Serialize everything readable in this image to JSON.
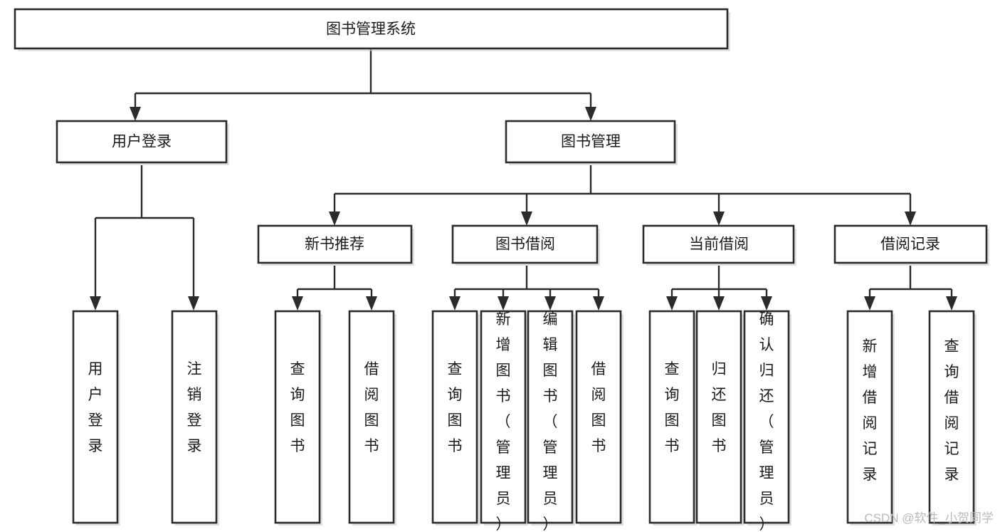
{
  "diagram": {
    "title": "图书管理系统",
    "type": "tree",
    "orientation": "top-down",
    "root": {
      "id": "root",
      "label": "图书管理系统",
      "level": 0
    },
    "level1": [
      {
        "id": "user-login",
        "label": "用户登录"
      },
      {
        "id": "book-manage",
        "label": "图书管理"
      }
    ],
    "level2": [
      {
        "id": "new-book-recommend",
        "label": "新书推荐",
        "parent": "book-manage"
      },
      {
        "id": "book-borrow",
        "label": "图书借阅",
        "parent": "book-manage"
      },
      {
        "id": "current-borrow",
        "label": "当前借阅",
        "parent": "book-manage"
      },
      {
        "id": "borrow-record",
        "label": "借阅记录",
        "parent": "book-manage"
      }
    ],
    "leaves": {
      "user-login": [
        {
          "id": "leaf-user-login",
          "label": "用户登录"
        },
        {
          "id": "leaf-logout-login",
          "label": "注销登录"
        }
      ],
      "new-book-recommend": [
        {
          "id": "leaf-query-book-1",
          "label": "查询图书"
        },
        {
          "id": "leaf-borrow-book-1",
          "label": "借阅图书"
        }
      ],
      "book-borrow": [
        {
          "id": "leaf-query-book-2",
          "label": "查询图书"
        },
        {
          "id": "leaf-add-book",
          "label": "新增图书（管理员）"
        },
        {
          "id": "leaf-edit-book",
          "label": "编辑图书（管理员）"
        },
        {
          "id": "leaf-borrow-book-2",
          "label": "借阅图书"
        }
      ],
      "current-borrow": [
        {
          "id": "leaf-query-book-3",
          "label": "查询图书"
        },
        {
          "id": "leaf-return-book",
          "label": "归还图书"
        },
        {
          "id": "leaf-confirm-return",
          "label": "确认归还（管理员）"
        }
      ],
      "borrow-record": [
        {
          "id": "leaf-add-record",
          "label": "新增借阅记录"
        },
        {
          "id": "leaf-query-record",
          "label": "查询借阅记录"
        }
      ]
    },
    "colors": {
      "box_fill": "#ffffff",
      "box_stroke": "#2b2b2b",
      "connector": "#2b2b2b",
      "text": "#1a1a1a",
      "watermark": "#b9b9b9",
      "background": "#ffffff"
    }
  },
  "watermark": {
    "text": "CSDN @软件_小贺同学"
  }
}
